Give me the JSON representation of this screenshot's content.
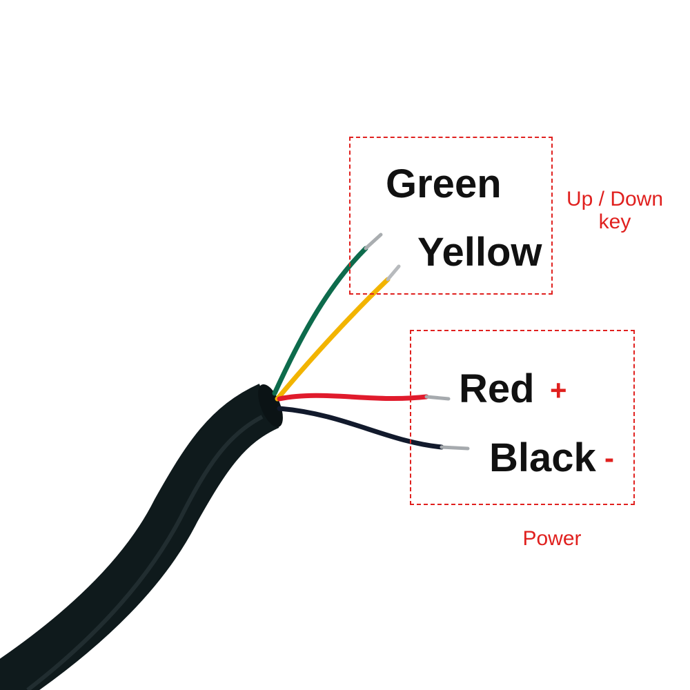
{
  "wires": {
    "green": "Green",
    "yellow": "Yellow",
    "red": "Red",
    "black": "Black"
  },
  "signs": {
    "plus": "+",
    "minus": "-"
  },
  "captions": {
    "updown_line1": "Up / Down",
    "updown_line2": "key",
    "power": "Power"
  },
  "colors": {
    "annotation": "#e0201e",
    "cable_jacket": "#0f1a1c",
    "wire_green": "#0d6b4c",
    "wire_yellow": "#f2b400",
    "wire_red": "#e01b2c",
    "wire_black": "#121a2c"
  }
}
